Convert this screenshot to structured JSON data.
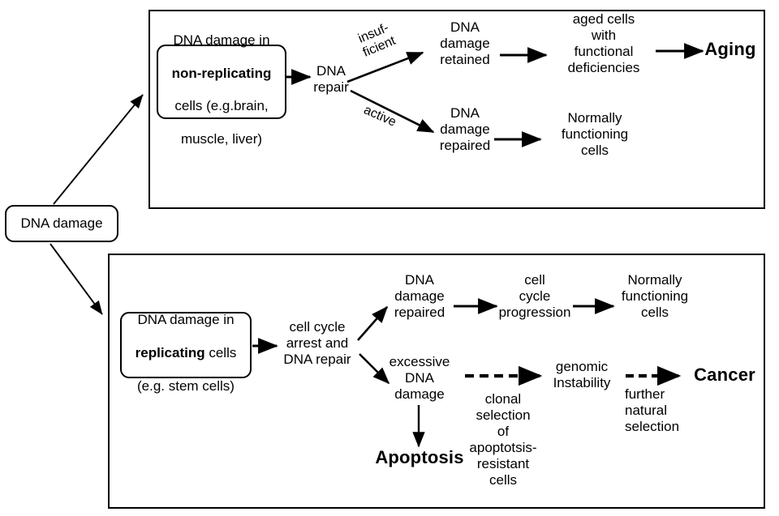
{
  "diagram": {
    "title": "DNA damage outcomes in non-replicating and replicating cells",
    "colors": {
      "stroke": "#000000",
      "background": "#ffffff",
      "box_fill": "#ffffff"
    },
    "source_node": {
      "label": "DNA damage"
    },
    "top_panel": {
      "start_box": {
        "line1": "DNA damage in",
        "line2": "non-replicating",
        "line3": "cells (e.g.brain,",
        "line4": "muscle, liver)"
      },
      "repair_node": "DNA\nrepair",
      "branch_insufficient_label": "insuf-\nficient",
      "branch_active_label": "active",
      "damage_retained": "DNA\ndamage\nretained",
      "aged_cells": "aged cells\nwith\nfunctional\ndeficiencies",
      "outcome_aging": "Aging",
      "damage_repaired": "DNA\ndamage\nrepaired",
      "normal_cells": "Normally\nfunctioning\ncells"
    },
    "bottom_panel": {
      "start_box": {
        "line1": "DNA damage in",
        "line2": "replicating",
        "line2_suffix": " cells",
        "line3": "(e.g. stem cells)"
      },
      "arrest_node": "cell cycle\narrest and\nDNA repair",
      "damage_repaired": "DNA\ndamage\nrepaired",
      "cell_cycle_progression": "cell\ncycle\nprogression",
      "normal_cells": "Normally\nfunctioning\ncells",
      "excessive_damage": "excessive\nDNA\ndamage",
      "outcome_apoptosis": "Apoptosis",
      "clonal_selection_label": "clonal\nselection\nof\napoptotsis-\nresistant\ncells",
      "genomic_instability": "genomic\nInstability",
      "further_selection_label": "further\nnatural\nselection",
      "outcome_cancer": "Cancer"
    }
  }
}
